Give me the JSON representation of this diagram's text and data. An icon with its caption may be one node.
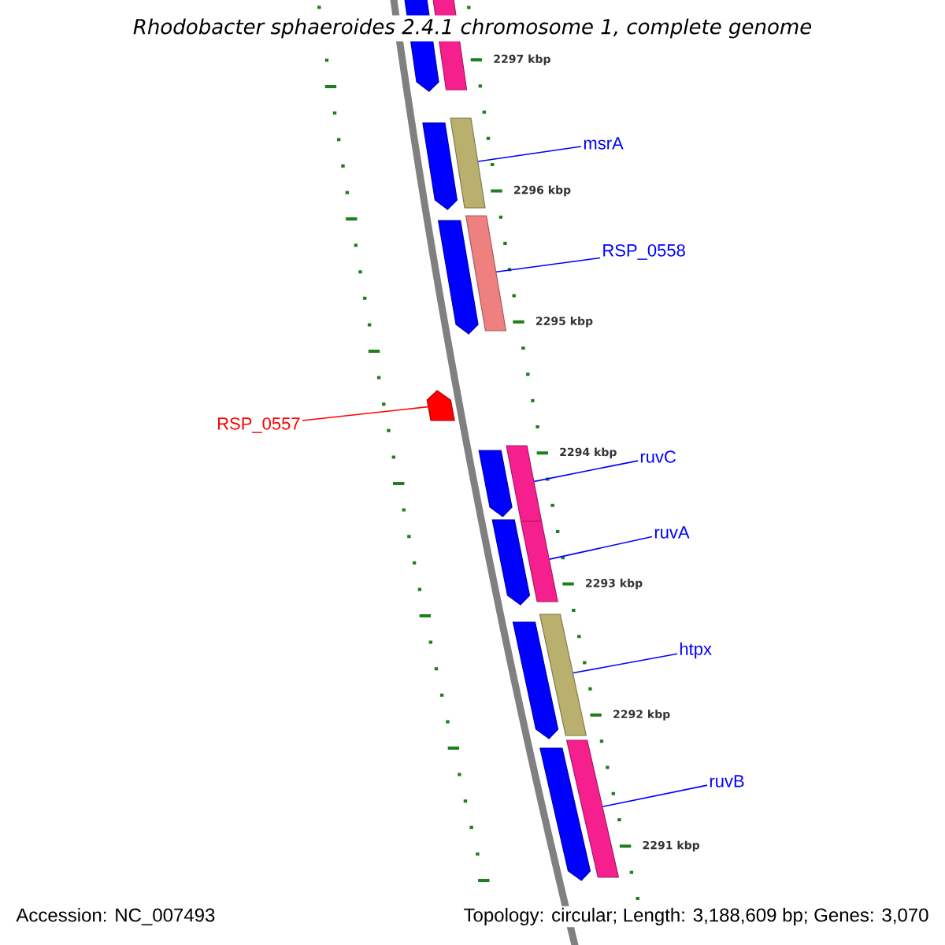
{
  "diagram": {
    "title": "Rhodobacter sphaeroides 2.4.1 chromosome 1, complete genome",
    "nodes": [
      {
        "text": [
          "msrA"
        ]
      },
      {
        "text": [
          "RSP_0558"
        ]
      },
      {
        "text": [
          "RSP_0557"
        ]
      },
      {
        "text": [
          "ruvC"
        ]
      },
      {
        "text": [
          "ruvA"
        ]
      },
      {
        "text": [
          "htpx"
        ]
      },
      {
        "text": [
          "ruvB"
        ]
      },
      {
        "text": [],
        "shape": "pentagon"
      },
      {
        "text": [],
        "shape": "bar"
      },
      {
        "text": [],
        "shape": "pentagon"
      },
      {
        "text": [],
        "shape": "bar"
      },
      {
        "text": [],
        "shape": "pentagon"
      },
      {
        "text": [],
        "shape": "bar"
      },
      {
        "text": [],
        "shape": "pentagon"
      },
      {
        "text": [],
        "shape": "pentagon"
      },
      {
        "text": [],
        "shape": "bar"
      },
      {
        "text": [],
        "shape": "pentagon"
      },
      {
        "text": [],
        "shape": "bar"
      },
      {
        "text": [],
        "shape": "pentagon"
      },
      {
        "text": [],
        "shape": "bar"
      },
      {
        "text": [],
        "shape": "pentagon"
      },
      {
        "text": [],
        "shape": "bar"
      }
    ],
    "edges": [
      {
        "from": 0,
        "to": 10,
        "arrow": "none"
      },
      {
        "from": 1,
        "to": 12,
        "arrow": "none"
      },
      {
        "from": 2,
        "to": 13,
        "arrow": "none",
        "color": "#ff0000"
      },
      {
        "from": 3,
        "to": 15,
        "arrow": "none"
      },
      {
        "from": 4,
        "to": 17,
        "arrow": "none"
      },
      {
        "from": 5,
        "to": 19,
        "arrow": "none"
      },
      {
        "from": 6,
        "to": 21,
        "arrow": "none"
      }
    ],
    "labels": [
      "2297 kbp",
      "2296 kbp",
      "2295 kbp",
      "2294 kbp",
      "2293 kbp",
      "2292 kbp",
      "2291 kbp",
      "Accession: NC_007493",
      "Topology: circular; Length: 3,188,609 bp; Genes: 3,070"
    ]
  }
}
